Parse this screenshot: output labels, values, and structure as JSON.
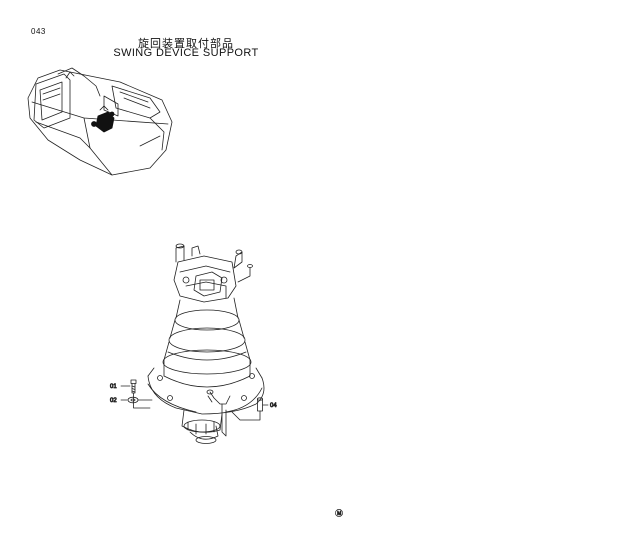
{
  "header": {
    "page_number": "043",
    "title_jp": "旋回装置取付部品",
    "title_en": "SWING DEVICE SUPPORT"
  },
  "callouts": [
    {
      "id": "01"
    },
    {
      "id": "02"
    },
    {
      "id": "04"
    }
  ],
  "footer": {
    "mark": "M"
  }
}
